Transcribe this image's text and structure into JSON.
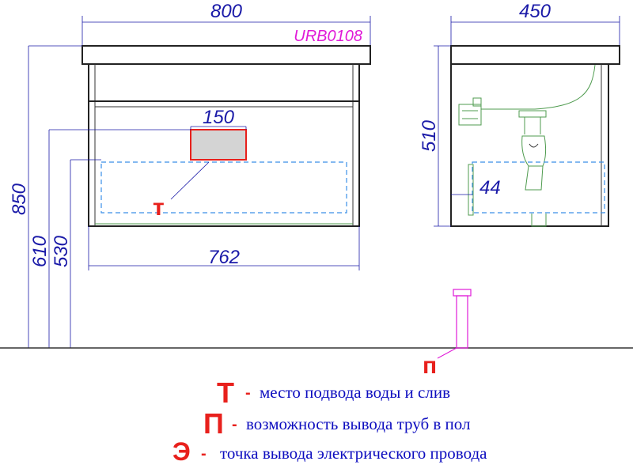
{
  "model_code": "URB0108",
  "dimensions": {
    "width_top": "800",
    "depth_top": "450",
    "height_side": "510",
    "width_bottom": "762",
    "socket_width": "150",
    "offset_side": "44",
    "height_total": "850",
    "height_610": "610",
    "height_530": "530"
  },
  "markers": {
    "water": "т",
    "floor": "п"
  },
  "legend": [
    {
      "letter": "Т",
      "dash": "-",
      "text": "место подвода воды и слив"
    },
    {
      "letter": "П",
      "dash": "-",
      "text": "возможность вывода труб в пол"
    },
    {
      "letter": "Э",
      "dash": "-",
      "text": "точка вывода электрического провода"
    }
  ],
  "colors": {
    "dimension": "#1a1aa8",
    "model": "#e01ad8",
    "marker": "#e8201c",
    "legend_text": "#0d0dbf",
    "dashed_zone": "#3a8fe8",
    "socket_fill": "#d4d4d4"
  }
}
